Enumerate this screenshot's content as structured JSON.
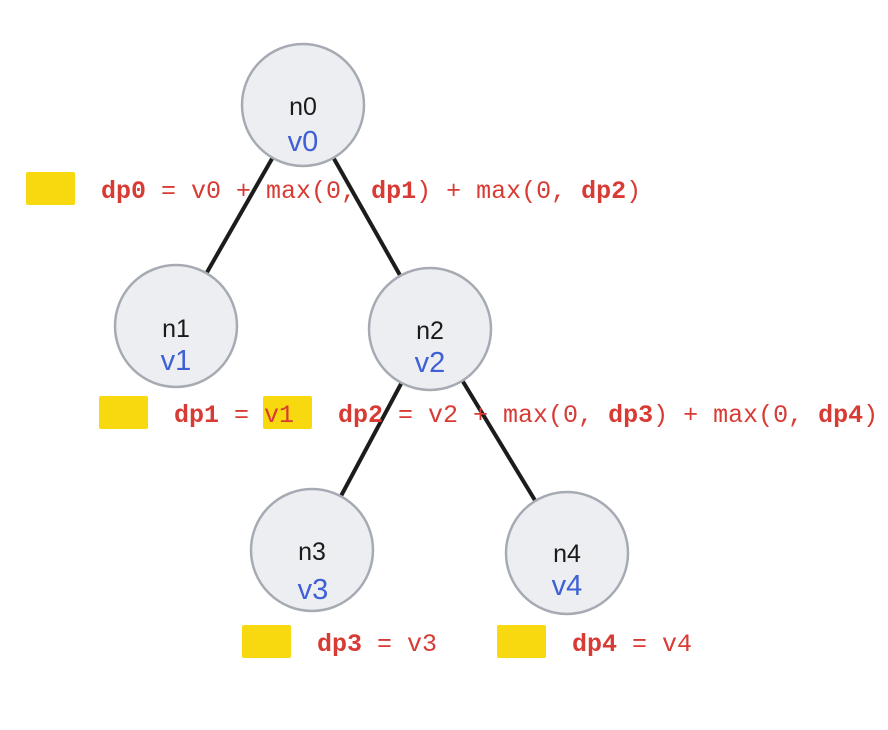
{
  "colors": {
    "node_fill": "#eceef1",
    "node_stroke": "#a6abb3",
    "edge": "#1c1c1c",
    "name_text": "#1a1a1a",
    "value_text": "#3f5fd6",
    "formula_text": "#d83a34",
    "highlight": "#f8d90f"
  },
  "nodes": [
    {
      "id": "n0",
      "name": "n0",
      "value": "v0"
    },
    {
      "id": "n1",
      "name": "n1",
      "value": "v1"
    },
    {
      "id": "n2",
      "name": "n2",
      "value": "v2"
    },
    {
      "id": "n3",
      "name": "n3",
      "value": "v3"
    },
    {
      "id": "n4",
      "name": "n4",
      "value": "v4"
    }
  ],
  "edges": [
    {
      "from": "n0",
      "to": "n1"
    },
    {
      "from": "n0",
      "to": "n2"
    },
    {
      "from": "n2",
      "to": "n3"
    },
    {
      "from": "n2",
      "to": "n4"
    }
  ],
  "formulas": {
    "dp0": {
      "lhs": "dp0",
      "eq": " = v0 + max(0, ",
      "ref1": "dp1",
      "mid": ") + max(0, ",
      "ref2": "dp2",
      "end": ")"
    },
    "dp1": {
      "lhs": "dp1",
      "rest": " = v1"
    },
    "dp2": {
      "lhs": "dp2",
      "eq": " = v2 + max(0, ",
      "ref1": "dp3",
      "mid": ") + max(0, ",
      "ref2": "dp4",
      "end": ")"
    },
    "dp3": {
      "lhs": "dp3",
      "rest": " = v3"
    },
    "dp4": {
      "lhs": "dp4",
      "rest": " = v4"
    }
  }
}
